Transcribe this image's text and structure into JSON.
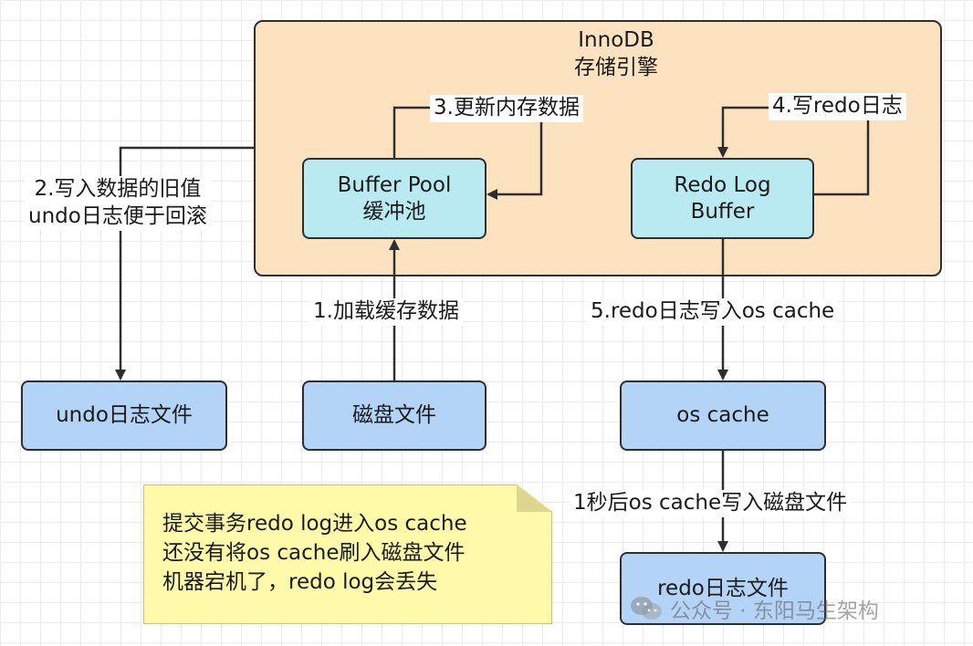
{
  "engine": {
    "title": "InnoDB\n存储引擎"
  },
  "boxes": {
    "buffer_pool": "Buffer Pool\n缓冲池",
    "redo_log_buffer": "Redo Log\nBuffer",
    "undo_file": "undo日志文件",
    "disk_file": "磁盘文件",
    "os_cache": "os cache",
    "redo_file": "redo日志文件"
  },
  "steps": {
    "step1": "1.加载缓存数据",
    "step2": "2.写入数据的旧值\nundo日志便于回滚",
    "step3": "3.更新内存数据",
    "step4": "4.写redo日志",
    "step5": "5.redo日志写入os cache",
    "step6": "1秒后os cache写入磁盘文件"
  },
  "note": "提交事务redo log进入os cache\n还没有将os cache刷入磁盘文件\n机器宕机了，redo log会丢失",
  "watermark": "公众号 · 东阳马生架构",
  "icons": {
    "watermark": "wechat-icon"
  },
  "colors": {
    "engine_fill": "#fde2c0",
    "memory_box_fill": "#b9eaf1",
    "storage_box_fill": "#b4d4f7",
    "note_fill": "#fffaaa"
  }
}
